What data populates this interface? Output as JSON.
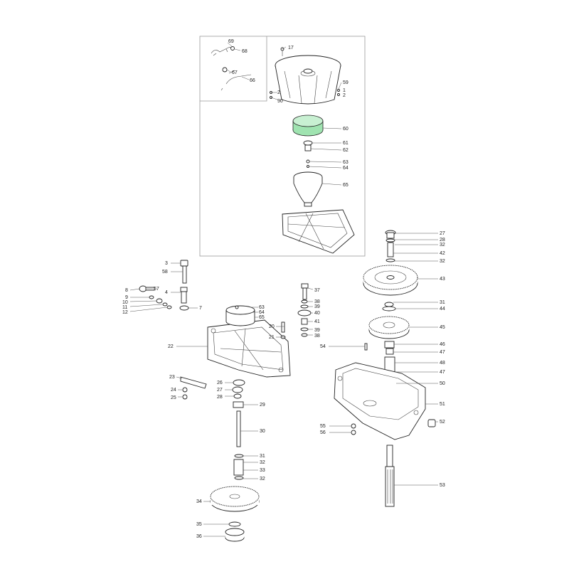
{
  "diagram": {
    "inset_labels": [
      "69",
      "68",
      "67",
      "66",
      "17",
      "59",
      "1",
      "2",
      "2",
      "90",
      "60",
      "61",
      "62",
      "63",
      "64",
      "65"
    ],
    "left_labels": [
      "3",
      "58",
      "57",
      "8",
      "9",
      "10",
      "11",
      "12",
      "4",
      "7"
    ],
    "center_labels": [
      "63",
      "64",
      "65",
      "22",
      "37",
      "38",
      "39",
      "40",
      "41",
      "39",
      "38",
      "20",
      "21",
      "23",
      "24",
      "25",
      "26",
      "27",
      "28",
      "29",
      "30",
      "31",
      "32",
      "33",
      "32",
      "34",
      "35",
      "36"
    ],
    "right_labels": [
      "27",
      "28",
      "32",
      "42",
      "32",
      "43",
      "31",
      "44",
      "45",
      "54",
      "46",
      "47",
      "48",
      "47",
      "50",
      "51",
      "52",
      "55",
      "56",
      "53"
    ],
    "highlight_color": "#9fe3b0"
  }
}
